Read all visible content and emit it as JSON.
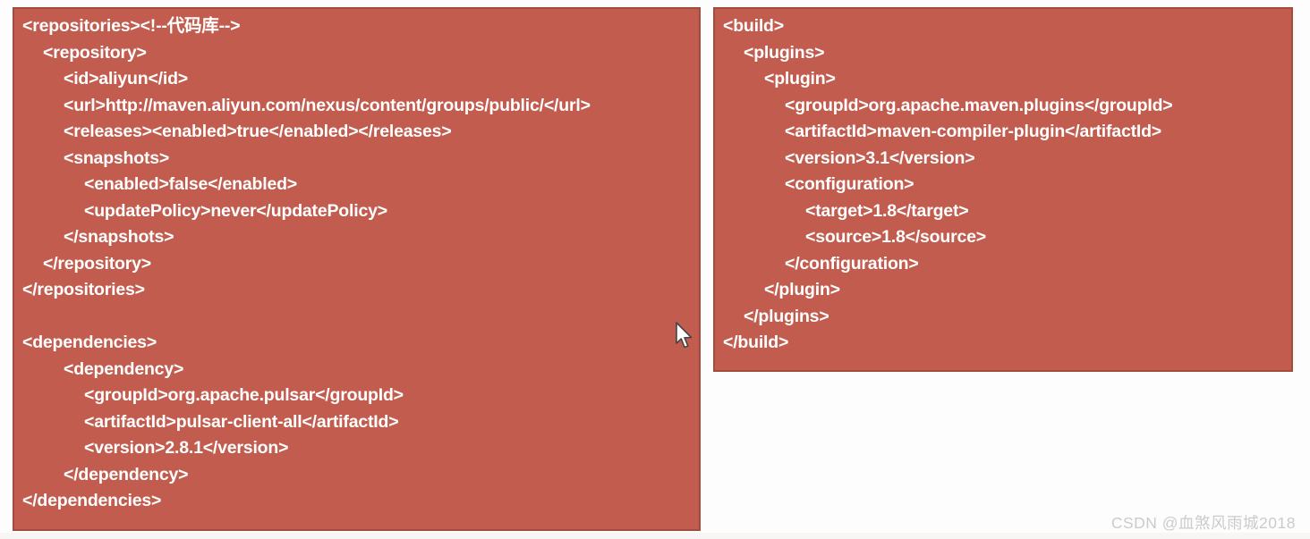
{
  "colors": {
    "panel_bg": "#c25c4e",
    "panel_border": "#a34b3d",
    "code_text": "#ffffff",
    "watermark": "#cbcbcb",
    "page_bg": "#fdfdfd"
  },
  "panels": {
    "left": {
      "name": "pom-repositories-dependencies-snippet",
      "lines": [
        {
          "indent": 0,
          "text": "<repositories><!--代码库-->"
        },
        {
          "indent": 1,
          "text": "<repository>"
        },
        {
          "indent": 2,
          "text": "<id>aliyun</id>"
        },
        {
          "indent": 2,
          "text": "<url>http://maven.aliyun.com/nexus/content/groups/public/</url>"
        },
        {
          "indent": 2,
          "text": "<releases><enabled>true</enabled></releases>"
        },
        {
          "indent": 2,
          "text": "<snapshots>"
        },
        {
          "indent": 3,
          "text": "<enabled>false</enabled>"
        },
        {
          "indent": 3,
          "text": "<updatePolicy>never</updatePolicy>"
        },
        {
          "indent": 2,
          "text": "</snapshots>"
        },
        {
          "indent": 1,
          "text": "</repository>"
        },
        {
          "indent": 0,
          "text": "</repositories>"
        },
        {
          "indent": 0,
          "text": ""
        },
        {
          "indent": 0,
          "text": "<dependencies>"
        },
        {
          "indent": 2,
          "text": "<dependency>"
        },
        {
          "indent": 3,
          "text": "<groupId>org.apache.pulsar</groupId>"
        },
        {
          "indent": 3,
          "text": "<artifactId>pulsar-client-all</artifactId>"
        },
        {
          "indent": 3,
          "text": "<version>2.8.1</version>"
        },
        {
          "indent": 2,
          "text": "</dependency>"
        },
        {
          "indent": 0,
          "text": "</dependencies>"
        }
      ]
    },
    "right": {
      "name": "pom-build-plugins-snippet",
      "lines": [
        {
          "indent": 0,
          "text": "<build>"
        },
        {
          "indent": 1,
          "text": "<plugins>"
        },
        {
          "indent": 2,
          "text": "<plugin>"
        },
        {
          "indent": 3,
          "text": "<groupId>org.apache.maven.plugins</groupId>"
        },
        {
          "indent": 3,
          "text": "<artifactId>maven-compiler-plugin</artifactId>"
        },
        {
          "indent": 3,
          "text": "<version>3.1</version>"
        },
        {
          "indent": 3,
          "text": "<configuration>"
        },
        {
          "indent": 4,
          "text": "<target>1.8</target>"
        },
        {
          "indent": 4,
          "text": "<source>1.8</source>"
        },
        {
          "indent": 3,
          "text": "</configuration>"
        },
        {
          "indent": 2,
          "text": "</plugin>"
        },
        {
          "indent": 1,
          "text": "</plugins>"
        },
        {
          "indent": 0,
          "text": "</build>"
        }
      ]
    }
  },
  "watermark": {
    "text": "CSDN @血煞风雨城2018"
  }
}
